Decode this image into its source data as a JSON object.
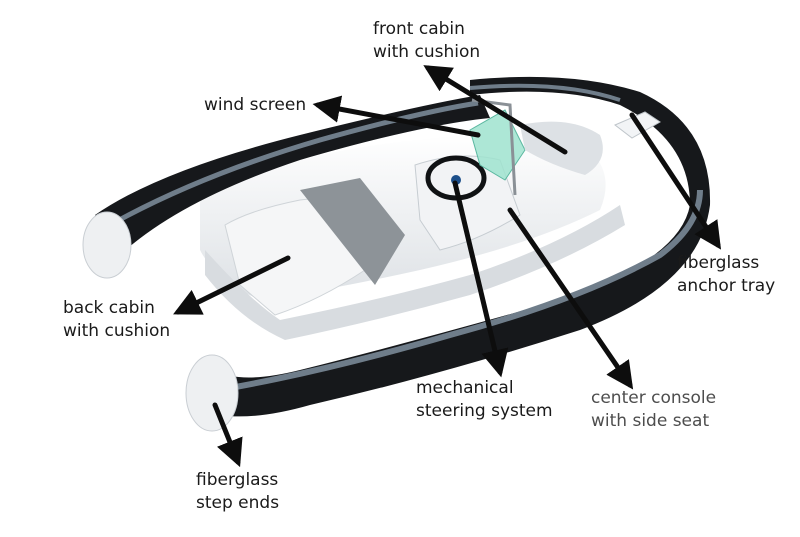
{
  "labels": {
    "front_cabin": [
      "front cabin",
      "with cushion"
    ],
    "wind_screen": [
      "wind screen"
    ],
    "anchor_tray": [
      "fiberglass",
      "anchor tray"
    ],
    "back_cabin": [
      "back cabin",
      "with cushion"
    ],
    "steering": [
      "mechanical",
      "steering system"
    ],
    "console": [
      "center console",
      "with side seat"
    ],
    "step_ends": [
      "fiberglass",
      "step ends"
    ]
  },
  "colors": {
    "tube": "#16181b",
    "tube_stripe": "#6f7d8a",
    "fiberglass": "#eef0f2",
    "seat_cushion": "#8d9398",
    "windscreen": "#9fe3cf",
    "arrow": "#0d0d0d"
  }
}
